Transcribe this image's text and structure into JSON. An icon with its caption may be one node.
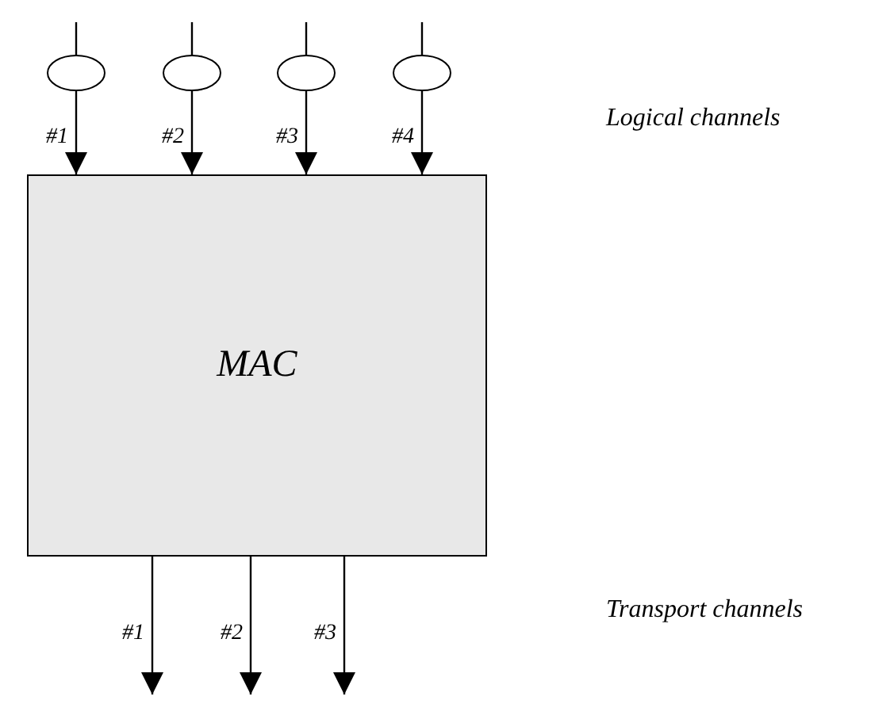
{
  "diagram": {
    "nodes": [
      {
        "text": [
          "MAC"
        ]
      },
      {
        "text": [],
        "shape": "ellipse"
      },
      {
        "text": [],
        "shape": "ellipse"
      },
      {
        "text": [],
        "shape": "ellipse"
      },
      {
        "text": [],
        "shape": "ellipse"
      }
    ],
    "edges": [
      {
        "from": null,
        "to": 1,
        "arrow": "none"
      },
      {
        "from": null,
        "to": 2,
        "arrow": "none"
      },
      {
        "from": null,
        "to": 3,
        "arrow": "none"
      },
      {
        "from": null,
        "to": 4,
        "arrow": "none"
      },
      {
        "from": 1,
        "to": 0,
        "arrow": "to",
        "label": "#1"
      },
      {
        "from": 2,
        "to": 0,
        "arrow": "to",
        "label": "#2"
      },
      {
        "from": 3,
        "to": 0,
        "arrow": "to",
        "label": "#3"
      },
      {
        "from": 4,
        "to": 0,
        "arrow": "to",
        "label": "#4"
      },
      {
        "from": 0,
        "to": null,
        "arrow": "to",
        "label": "#1"
      },
      {
        "from": 0,
        "to": null,
        "arrow": "to",
        "label": "#2"
      },
      {
        "from": 0,
        "to": null,
        "arrow": "to",
        "label": "#3"
      }
    ],
    "labels": [
      "Logical channels",
      "Transport channels"
    ]
  }
}
